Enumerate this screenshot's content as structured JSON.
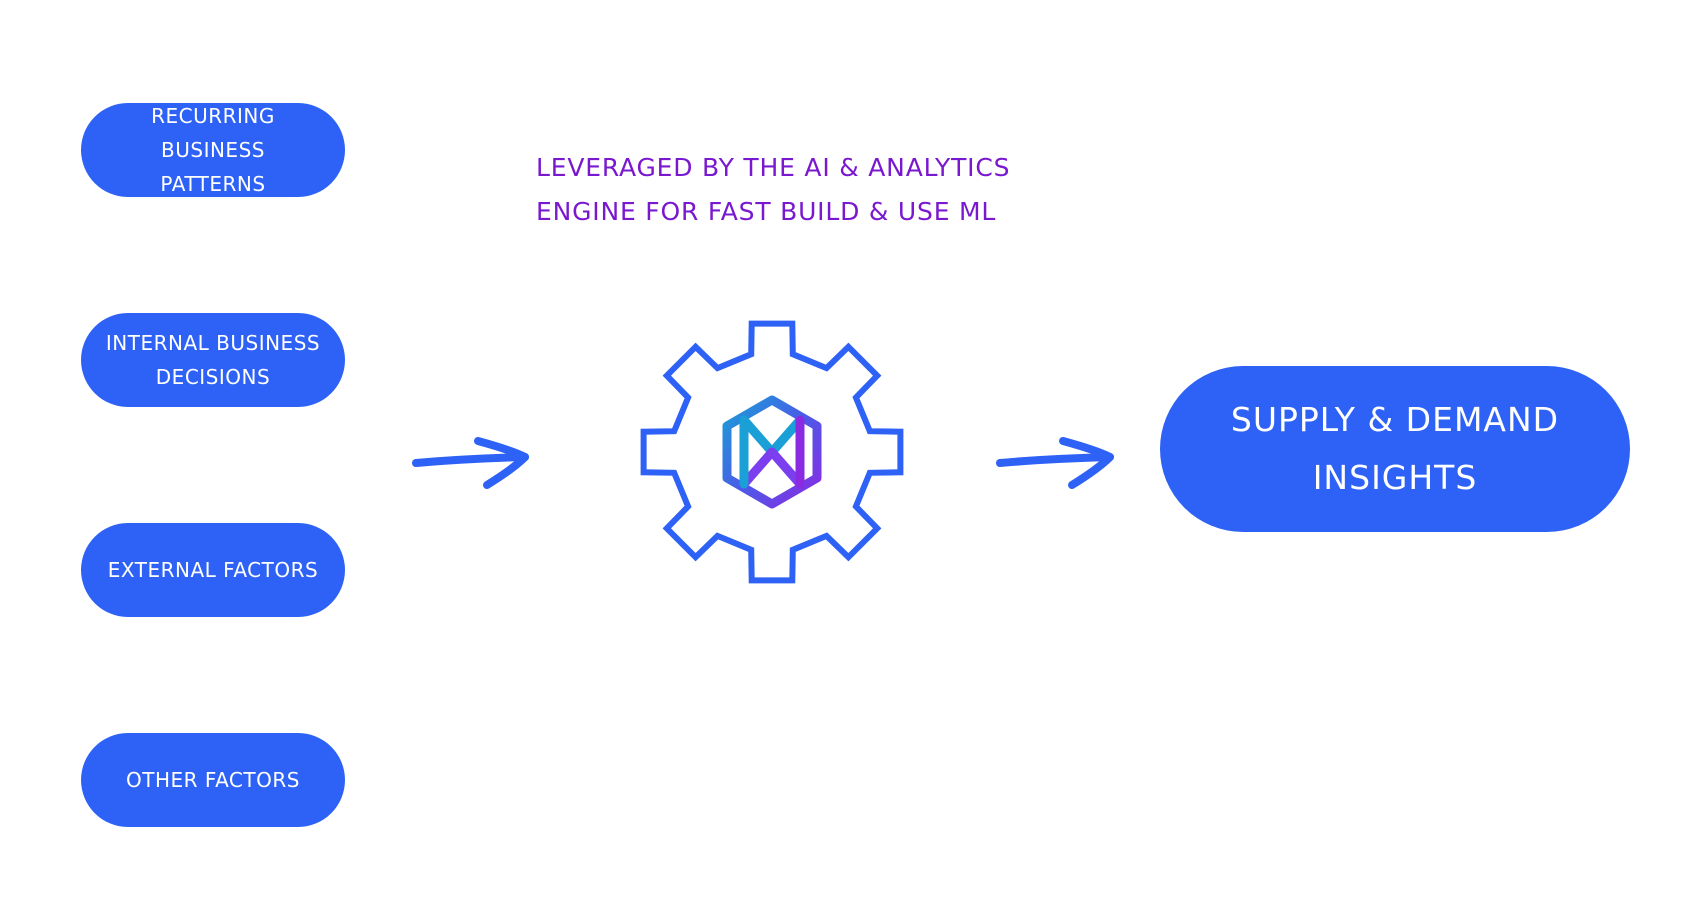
{
  "inputs": [
    {
      "id": "recurring",
      "label_line1": "RECURRING BUSINESS",
      "label_line2": "PATTERNS"
    },
    {
      "id": "internal",
      "label_line1": "INTERNAL BUSINESS",
      "label_line2": "DECISIONS"
    },
    {
      "id": "external",
      "label_line1": "EXTERNAL FACTORS",
      "label_line2": ""
    },
    {
      "id": "other",
      "label_line1": "OTHER FACTORS",
      "label_line2": ""
    }
  ],
  "engine": {
    "caption_line1": "LEVERAGED BY THE AI & ANALYTICS",
    "caption_line2": "ENGINE FOR FAST BUILD & USE ML",
    "icon": "gear-icon",
    "logo_icon": "hexagon-x-logo-icon"
  },
  "output": {
    "label_line1": "SUPPLY & DEMAND",
    "label_line2": "INSIGHTS"
  },
  "colors": {
    "primary_blue": "#2e62f6",
    "caption_purple": "#7a18cf",
    "logo_cyan": "#1a9fd6",
    "logo_violet": "#8a2be2",
    "background": "#ffffff"
  }
}
